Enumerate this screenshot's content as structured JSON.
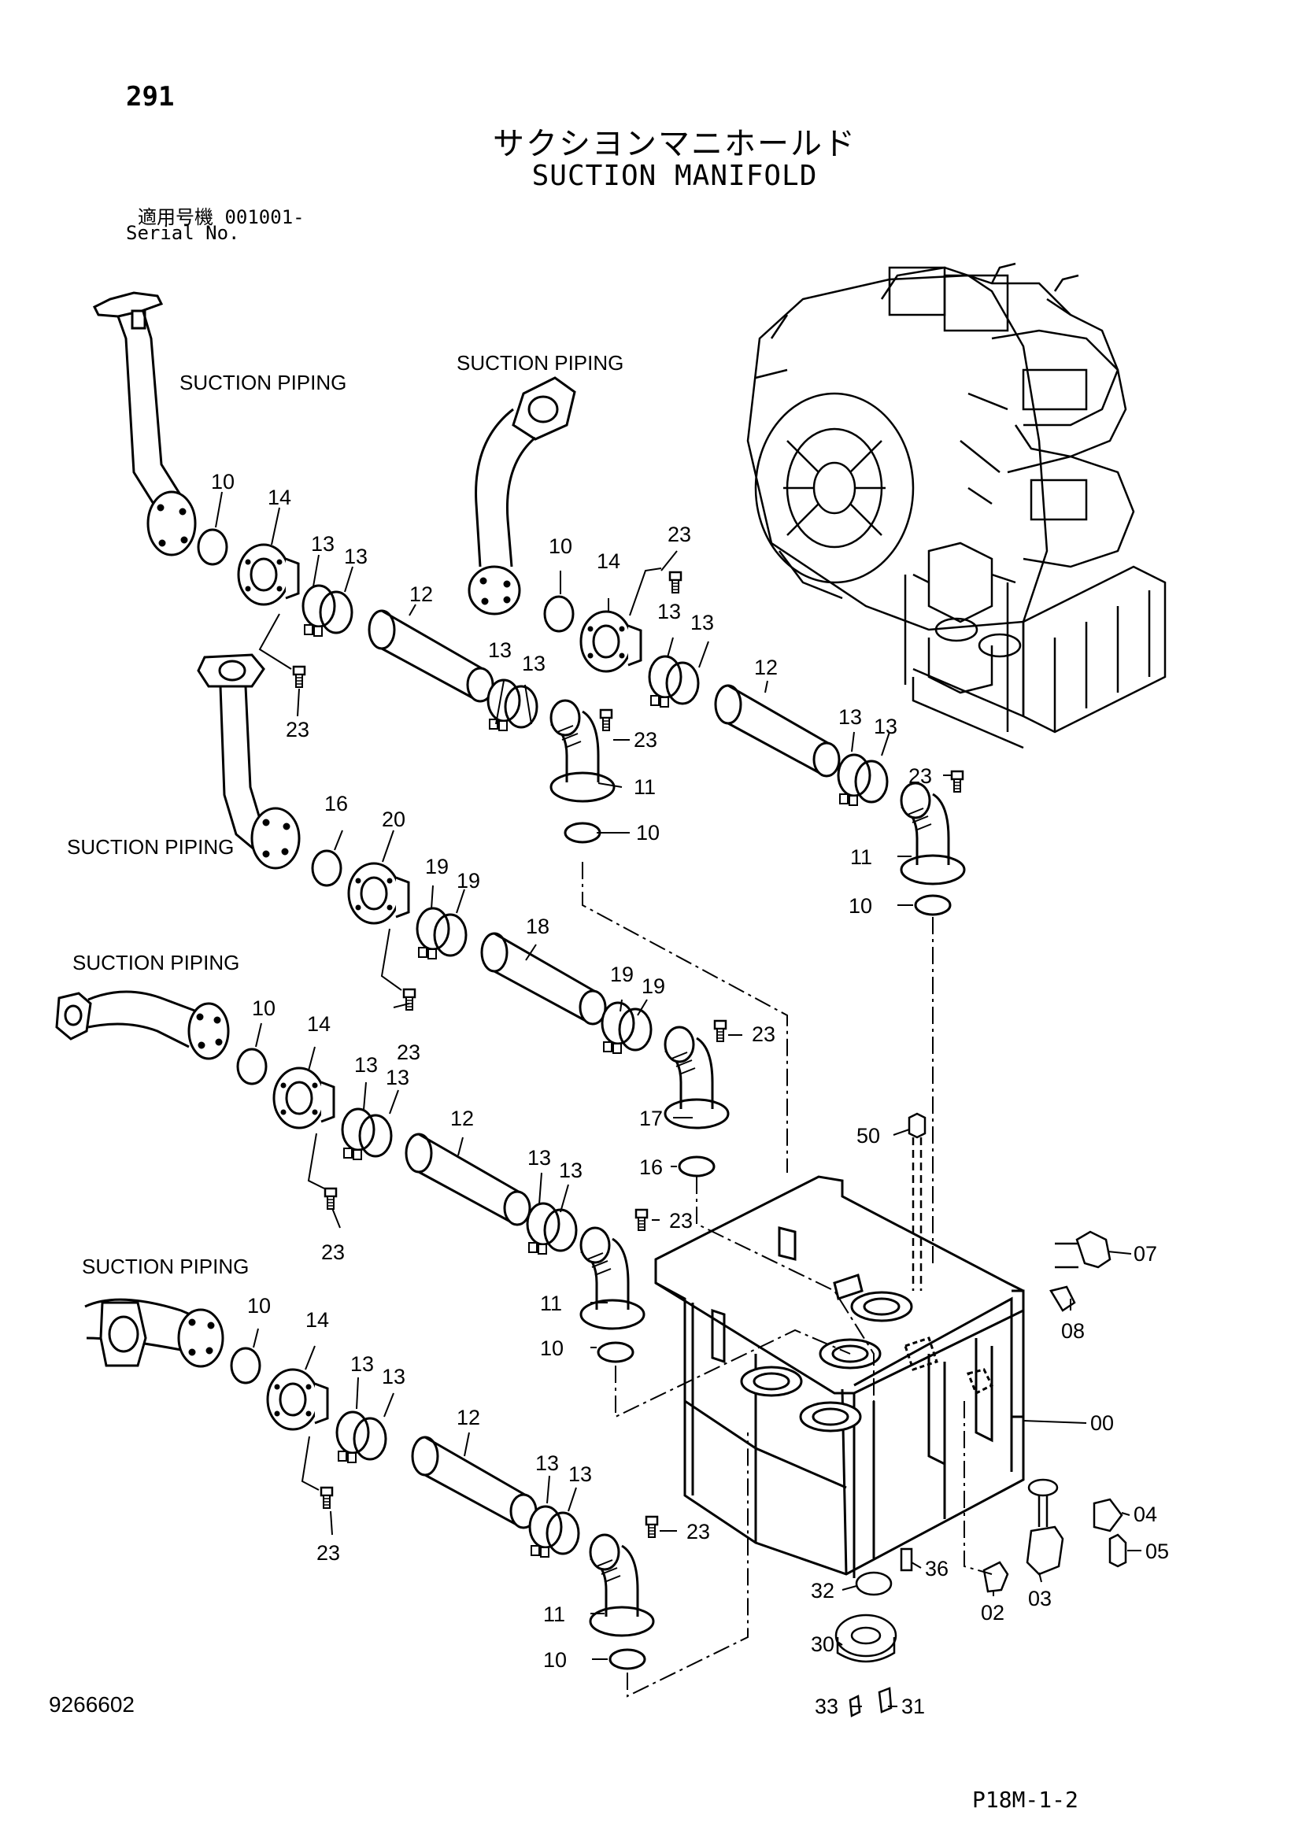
{
  "header": {
    "page_number": "291",
    "title_jp": "サクシヨンマニホールド",
    "title_en": "SUCTION MANIFOLD",
    "serial_jp": "適用号機  001001-",
    "serial_en": "Serial No."
  },
  "footer": {
    "doc_number": "9266602",
    "sheet_id": "P18M-1-2"
  },
  "labels": {
    "suction_piping": "SUCTION PIPING"
  },
  "callouts": {
    "c00": "00",
    "c02": "02",
    "c03": "03",
    "c04": "04",
    "c05": "05",
    "c07": "07",
    "c08": "08",
    "c10": "10",
    "c11": "11",
    "c12": "12",
    "c13": "13",
    "c14": "14",
    "c16": "16",
    "c17": "17",
    "c18": "18",
    "c19": "19",
    "c20": "20",
    "c23": "23",
    "c30": "30",
    "c31": "31",
    "c32": "32",
    "c33": "33",
    "c36": "36",
    "c50": "50"
  }
}
